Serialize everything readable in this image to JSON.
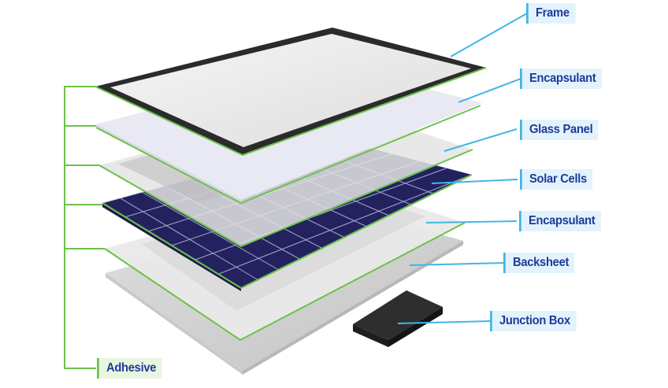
{
  "diagram": {
    "title": "Solar panel exploded layer diagram",
    "colors": {
      "callout_line": "#41b6e6",
      "label_bg": "#e3f3fb",
      "label_text": "#1d3a99",
      "adhesive_line": "#6cc24a",
      "adhesive_bg": "#e9f6df",
      "frame": "#2b2b2b",
      "cells": "#23225f"
    },
    "labels": [
      {
        "id": "frame",
        "text": "Frame"
      },
      {
        "id": "encapsulant-top",
        "text": "Encapsulant"
      },
      {
        "id": "glass-panel",
        "text": "Glass Panel"
      },
      {
        "id": "solar-cells",
        "text": "Solar Cells"
      },
      {
        "id": "encapsulant-bottom",
        "text": "Encapsulant"
      },
      {
        "id": "backsheet",
        "text": "Backsheet"
      },
      {
        "id": "junction-box",
        "text": "Junction Box"
      }
    ],
    "adhesive_label": "Adhesive"
  }
}
